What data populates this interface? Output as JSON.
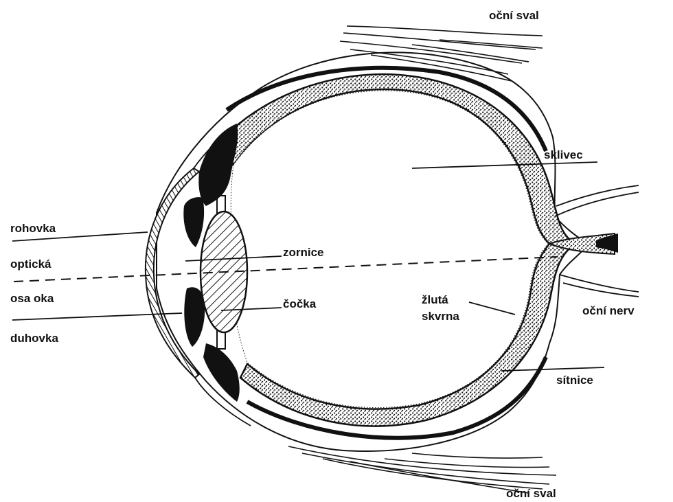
{
  "labels": {
    "ocni_sval_top": "oční sval",
    "ocni_sval_bottom": "oční sval",
    "sklivec": "sklivec",
    "rohovka": "rohovka",
    "opticka": "optická",
    "osa_oka": "osa oka",
    "duhovka": "duhovka",
    "zornice": "zornice",
    "cocka": "čočka",
    "zluta": "žlutá",
    "skvrna": "skvrna",
    "ocni_nerv": "oční nerv",
    "sitnice": "sítnice"
  },
  "colors": {
    "ink": "#111111",
    "paper": "#ffffff"
  }
}
